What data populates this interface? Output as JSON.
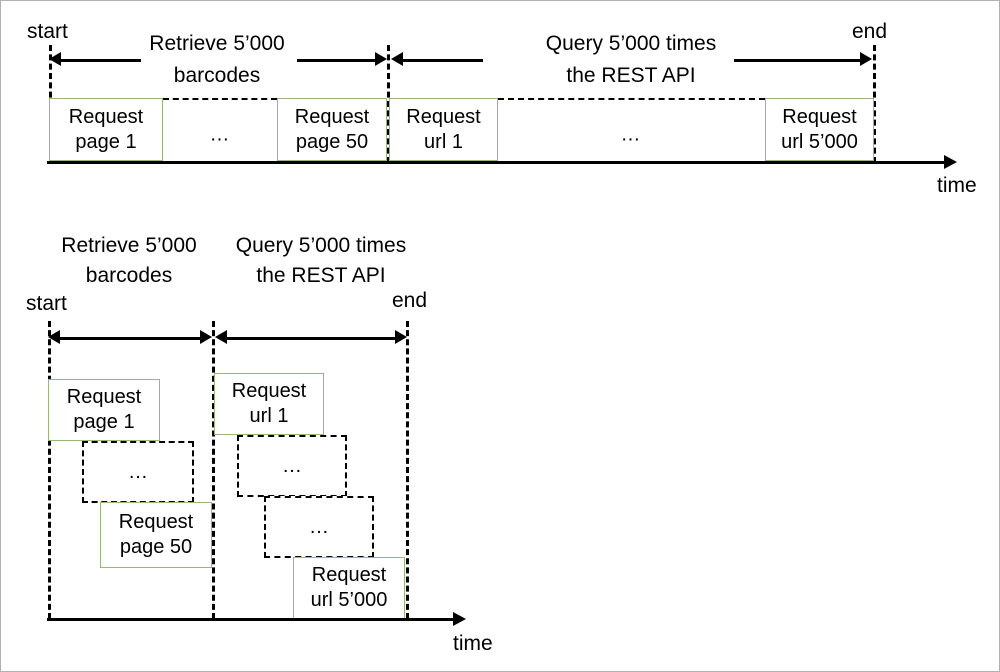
{
  "figure": {
    "title": "Sequential vs parallel request timeline diagram",
    "accent_border_color": "#9ab77b",
    "line_color": "#000000",
    "background": "#ffffff"
  },
  "common": {
    "start_label": "start",
    "end_label": "end",
    "time_axis_label": "time",
    "ellipsis": "…",
    "phase_a_line1": "Retrieve 5’000",
    "phase_a_line2": "barcodes",
    "phase_b_line1": "Query 5’000 times",
    "phase_b_line2": "the REST API"
  },
  "top_diagram": {
    "name": "sequential-timeline",
    "start_label": "start",
    "end_label": "end",
    "time_label": "time",
    "phases": [
      {
        "id": "retrieve",
        "line1": "Retrieve 5’000",
        "line2": "barcodes"
      },
      {
        "id": "query",
        "line1": "Query 5’000 times",
        "line2": "the REST API"
      }
    ],
    "boxes": [
      {
        "id": "req-page-1",
        "line1": "Request",
        "line2": "page 1",
        "style": "solid"
      },
      {
        "id": "gap-pages",
        "line1": "…",
        "line2": "",
        "style": "dotted-gap"
      },
      {
        "id": "req-page-50",
        "line1": "Request",
        "line2": "page 50",
        "style": "solid"
      },
      {
        "id": "req-url-1",
        "line1": "Request",
        "line2": "url 1",
        "style": "solid"
      },
      {
        "id": "gap-urls",
        "line1": "…",
        "line2": "",
        "style": "dotted-gap"
      },
      {
        "id": "req-url-5000",
        "line1": "Request",
        "line2": "url 5’000",
        "style": "solid"
      }
    ]
  },
  "bottom_diagram": {
    "name": "parallel-timeline",
    "start_label": "start",
    "end_label": "end",
    "time_label": "time",
    "phases": [
      {
        "id": "retrieve",
        "line1": "Retrieve 5’000",
        "line2": "barcodes"
      },
      {
        "id": "query",
        "line1": "Query 5’000 times",
        "line2": "the REST API"
      }
    ],
    "left_group": [
      {
        "id": "req-page-1",
        "line1": "Request",
        "line2": "page 1",
        "style": "solid"
      },
      {
        "id": "gap-1",
        "line1": "…",
        "line2": "",
        "style": "dashed"
      },
      {
        "id": "req-page-50",
        "line1": "Request",
        "line2": "page 50",
        "style": "solid"
      }
    ],
    "right_group": [
      {
        "id": "req-url-1",
        "line1": "Request",
        "line2": "url 1",
        "style": "solid"
      },
      {
        "id": "gap-1",
        "line1": "…",
        "line2": "",
        "style": "dashed"
      },
      {
        "id": "gap-2",
        "line1": "…",
        "line2": "",
        "style": "dashed"
      },
      {
        "id": "req-url-5000",
        "line1": "Request",
        "line2": "url 5’000",
        "style": "solid"
      }
    ]
  }
}
